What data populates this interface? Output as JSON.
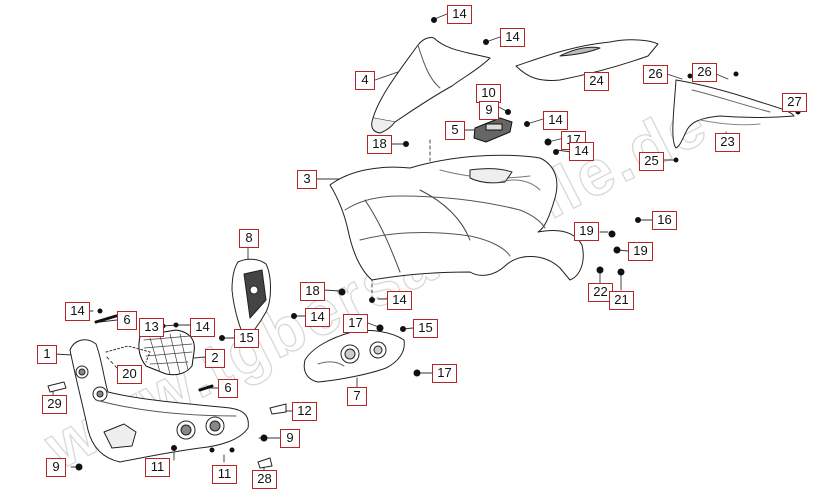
{
  "diagram": {
    "watermark": "www.tgbersatzteile.de",
    "callouts": [
      {
        "id": "c14a",
        "text": "14"
      },
      {
        "id": "c14b",
        "text": "14"
      },
      {
        "id": "c24",
        "text": "24"
      },
      {
        "id": "c4",
        "text": "4"
      },
      {
        "id": "c10",
        "text": "10"
      },
      {
        "id": "c26a",
        "text": "26"
      },
      {
        "id": "c26b",
        "text": "26"
      },
      {
        "id": "c27",
        "text": "27"
      },
      {
        "id": "c9a",
        "text": "9"
      },
      {
        "id": "c5",
        "text": "5"
      },
      {
        "id": "c14c",
        "text": "14"
      },
      {
        "id": "c18a",
        "text": "18"
      },
      {
        "id": "c17a",
        "text": "17"
      },
      {
        "id": "c14d",
        "text": "14"
      },
      {
        "id": "c23",
        "text": "23"
      },
      {
        "id": "c25",
        "text": "25"
      },
      {
        "id": "c3",
        "text": "3"
      },
      {
        "id": "c16",
        "text": "16"
      },
      {
        "id": "c19a",
        "text": "19"
      },
      {
        "id": "c19b",
        "text": "19"
      },
      {
        "id": "c8",
        "text": "8"
      },
      {
        "id": "c18b",
        "text": "18"
      },
      {
        "id": "c22",
        "text": "22"
      },
      {
        "id": "c21",
        "text": "21"
      },
      {
        "id": "c14e",
        "text": "14"
      },
      {
        "id": "c14f",
        "text": "14"
      },
      {
        "id": "c6a",
        "text": "6"
      },
      {
        "id": "c13",
        "text": "13"
      },
      {
        "id": "c14g",
        "text": "14"
      },
      {
        "id": "c14h",
        "text": "14"
      },
      {
        "id": "c17b",
        "text": "17"
      },
      {
        "id": "c15a",
        "text": "15"
      },
      {
        "id": "c15b",
        "text": "15"
      },
      {
        "id": "c1",
        "text": "1"
      },
      {
        "id": "c2",
        "text": "2"
      },
      {
        "id": "c20",
        "text": "20"
      },
      {
        "id": "c17c",
        "text": "17"
      },
      {
        "id": "c6b",
        "text": "6"
      },
      {
        "id": "c7",
        "text": "7"
      },
      {
        "id": "c29",
        "text": "29"
      },
      {
        "id": "c12",
        "text": "12"
      },
      {
        "id": "c9b",
        "text": "9"
      },
      {
        "id": "c9c",
        "text": "9"
      },
      {
        "id": "c11a",
        "text": "11"
      },
      {
        "id": "c11b",
        "text": "11"
      },
      {
        "id": "c28",
        "text": "28"
      }
    ]
  }
}
